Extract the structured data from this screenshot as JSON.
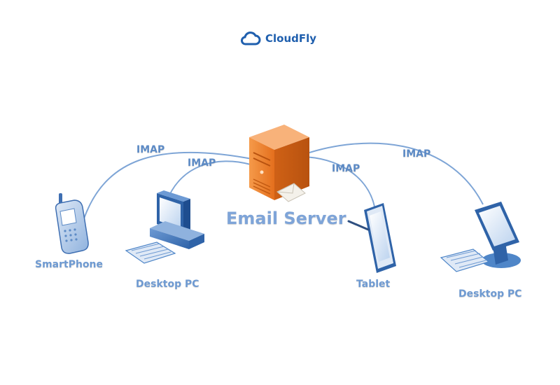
{
  "brand": {
    "name": "CloudFly",
    "color": "#1f5fae"
  },
  "server": {
    "label": "Email Server",
    "color": "#f07b29"
  },
  "connections": [
    {
      "protocol": "IMAP"
    },
    {
      "protocol": "IMAP"
    },
    {
      "protocol": "IMAP"
    },
    {
      "protocol": "IMAP"
    }
  ],
  "devices": [
    {
      "label": "SmartPhone",
      "icon": "smartphone-icon"
    },
    {
      "label": "Desktop PC",
      "icon": "desktop-pc-icon"
    },
    {
      "label": "Tablet",
      "icon": "tablet-icon"
    },
    {
      "label": "Desktop PC",
      "icon": "monitor-keyboard-icon"
    }
  ],
  "colors": {
    "line": "#7ea5d6",
    "device": "#4f86c8",
    "label": "#6e9ad2"
  }
}
